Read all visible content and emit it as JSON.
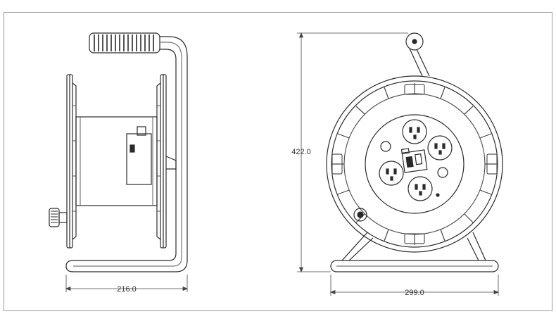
{
  "dimensions": {
    "side_width": "216.0",
    "front_height": "422.0",
    "front_width": "299.0"
  },
  "colors": {
    "line": "#2a2a2a",
    "light_line": "#666666",
    "background": "#ffffff"
  }
}
